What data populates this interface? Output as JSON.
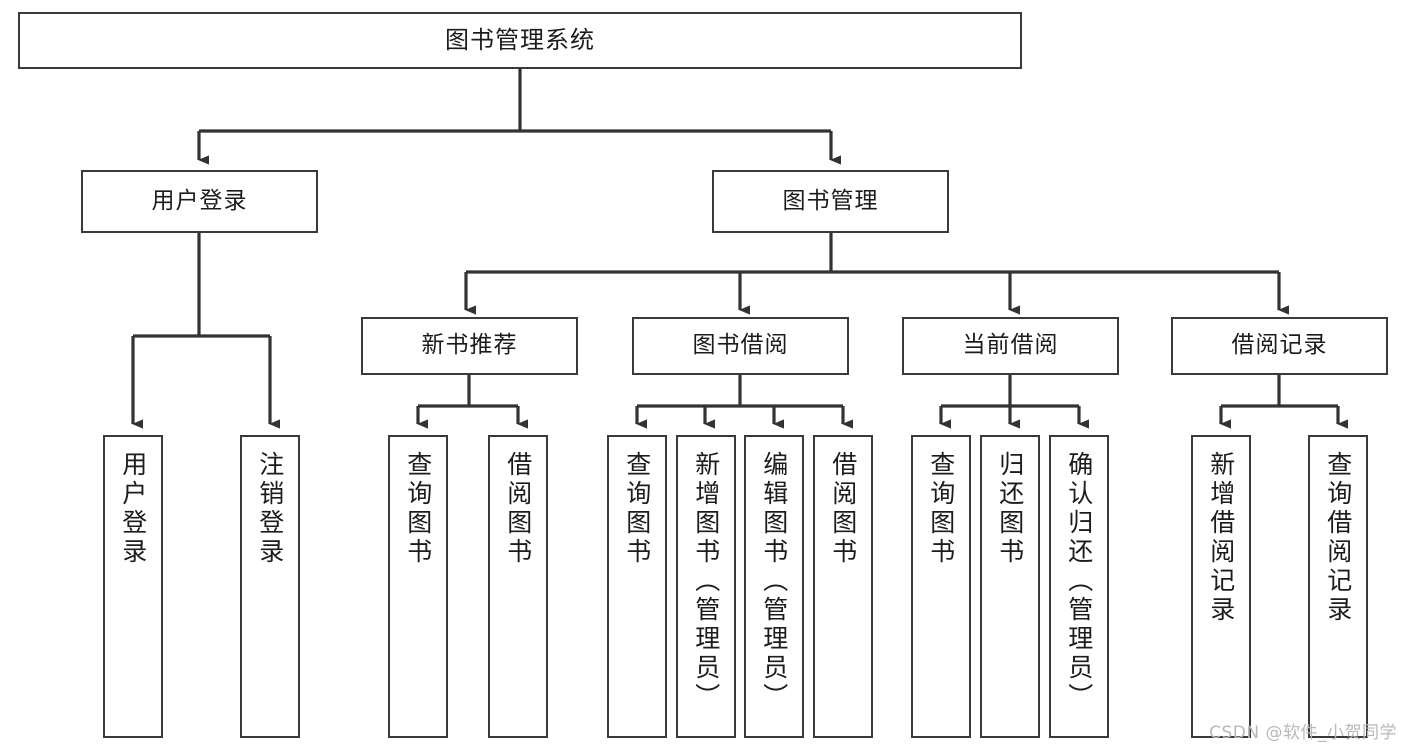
{
  "diagram": {
    "title": "图书管理系统",
    "type": "hierarchy-tree",
    "colors": {
      "background": "#ffffff",
      "border": "#3a3a3a",
      "line": "#333333",
      "text": "#1c1c1c",
      "watermark": "#b9b9b9"
    },
    "levels": {
      "root_label": "图书管理系统",
      "level2": [
        {
          "id": "user-login",
          "label": "用户登录"
        },
        {
          "id": "book-management",
          "label": "图书管理"
        }
      ],
      "level3": [
        {
          "id": "new-book-recommend",
          "label": "新书推荐"
        },
        {
          "id": "book-borrow",
          "label": "图书借阅"
        },
        {
          "id": "current-borrow",
          "label": "当前借阅"
        },
        {
          "id": "borrow-record",
          "label": "借阅记录"
        }
      ],
      "leaves": [
        {
          "id": "leaf-user-login",
          "label": "用户登录",
          "parent": "user-login"
        },
        {
          "id": "leaf-logout-login",
          "label": "注销登录",
          "parent": "user-login"
        },
        {
          "id": "leaf-query-book-1",
          "label": "查询图书",
          "parent": "new-book-recommend"
        },
        {
          "id": "leaf-borrow-book-1",
          "label": "借阅图书",
          "parent": "new-book-recommend"
        },
        {
          "id": "leaf-query-book-2",
          "label": "查询图书",
          "parent": "book-borrow"
        },
        {
          "id": "leaf-add-book",
          "label": "新增图书（管理员）",
          "parent": "book-borrow"
        },
        {
          "id": "leaf-edit-book",
          "label": "编辑图书（管理员）",
          "parent": "book-borrow"
        },
        {
          "id": "leaf-borrow-book-2",
          "label": "借阅图书",
          "parent": "book-borrow"
        },
        {
          "id": "leaf-query-book-3",
          "label": "查询图书",
          "parent": "current-borrow"
        },
        {
          "id": "leaf-return-book",
          "label": "归还图书",
          "parent": "current-borrow"
        },
        {
          "id": "leaf-confirm-return",
          "label": "确认归还（管理员）",
          "parent": "current-borrow"
        },
        {
          "id": "leaf-add-record",
          "label": "新增借阅记录",
          "parent": "borrow-record"
        },
        {
          "id": "leaf-query-record",
          "label": "查询借阅记录",
          "parent": "borrow-record"
        }
      ]
    },
    "watermark": "CSDN @软件_小贺同学"
  }
}
